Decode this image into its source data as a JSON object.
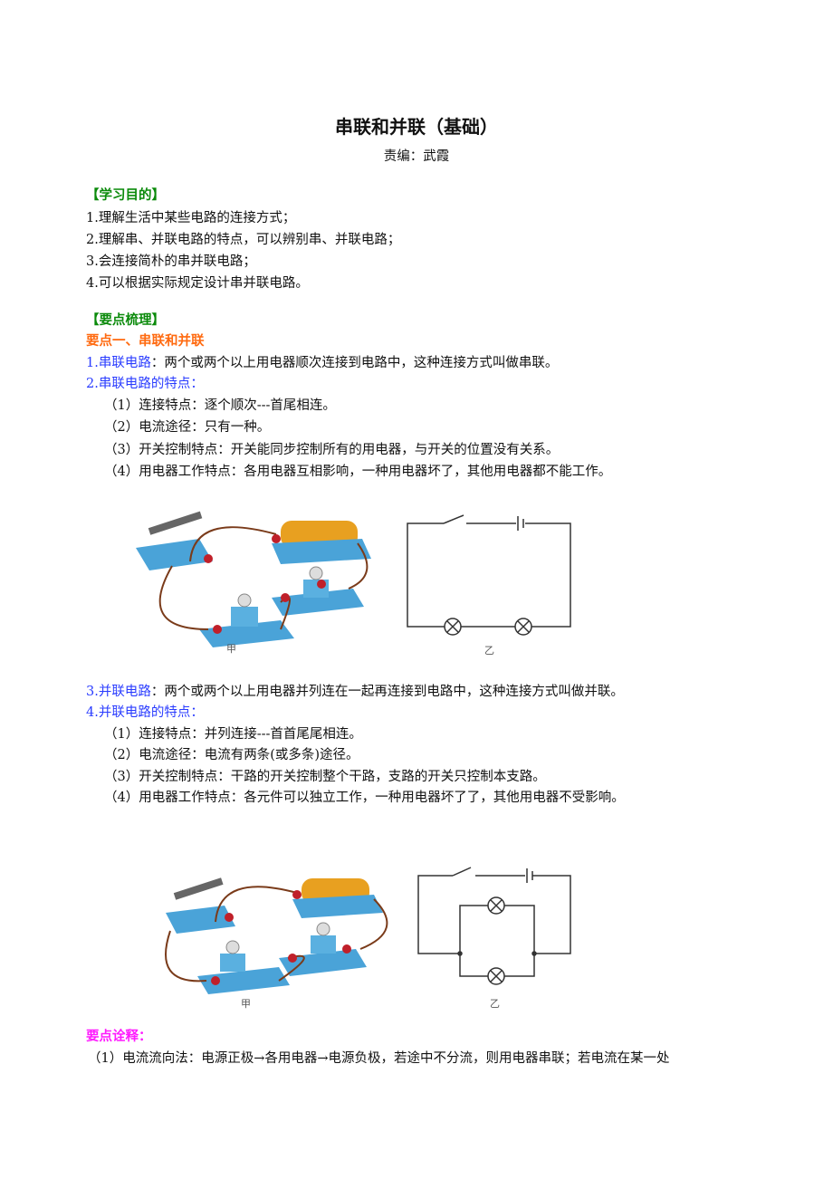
{
  "title": "串联和并联（基础）",
  "author": "责编：武霞",
  "objectives": {
    "heading": "【学习目的】",
    "items": [
      "1.理解生活中某些电路的连接方式；",
      "2.理解串、并联电路的特点，可以辨别串、并联电路；",
      "3.会连接简朴的串并联电路；",
      "4.可以根据实际规定设计串并联电路。"
    ]
  },
  "summary": {
    "heading": "【要点梳理】",
    "point1": "要点一、串联和并联",
    "series_def_label": "1.串联电路",
    "series_def_text": "：两个或两个以上用电器顺次连接到电路中，这种连接方式叫做串联。",
    "series_feat_label": "2.串联电路的特点：",
    "series_feats": [
      "（1）连接特点：逐个顺次---首尾相连。",
      "（2）电流途径：只有一种。",
      "（3）开关控制特点：开关能同步控制所有的用电器，与开关的位置没有关系。",
      "（4）用电器工作特点：各用电器互相影响，一种用电器坏了，其他用电器都不能工作。"
    ],
    "parallel_def_label": "3.并联电路",
    "parallel_def_text": "：两个或两个以上用电器并列连在一起再连接到电路中，这种连接方式叫做并联。",
    "parallel_feat_label": "4.并联电路的特点：",
    "parallel_feats": [
      "（1）连接特点：并列连接---首首尾尾相连。",
      "（2）电流途径：电流有两条(或多条)途径。",
      "（3）开关控制特点：干路的开关控制整个干路，支路的开关只控制本支路。",
      "（4）用电器工作特点：各元件可以独立工作，一种用电器坏了了，其他用电器不受影响。"
    ]
  },
  "figures": {
    "label_a": "甲",
    "label_b": "乙"
  },
  "notes": {
    "heading": "要点诠释：",
    "items": [
      "（1）电流流向法：电源正极→各用电器→电源负极，若途中不分流，则用电器串联；若电流在某一处"
    ]
  }
}
